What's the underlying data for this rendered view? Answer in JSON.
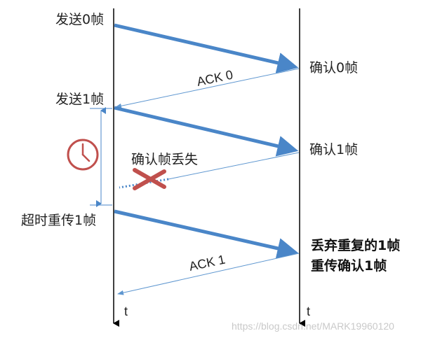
{
  "sender": {
    "send_frame0": "发送0帧",
    "send_frame1": "发送1帧",
    "timeout_resend": "超时重传1帧",
    "time_label": "t"
  },
  "receiver": {
    "confirm_frame0": "确认0帧",
    "confirm_frame1": "确认1帧",
    "discard_dup": "丢弃重复的1帧",
    "resend_confirm": "重传确认1帧",
    "time_label": "t"
  },
  "acks": {
    "ack0": "ACK 0",
    "ack_lost": "确认帧丢失",
    "ack1": "ACK 1"
  },
  "watermark": "https://blog.csdn.net/MARK19960120",
  "colors": {
    "frame_arrow": "#4a86c8",
    "ack_line": "#5f97d0",
    "timer": "#c0504d",
    "lost_cross": "#c0504d",
    "timeline": "#000000"
  },
  "icons": {
    "timer": "clock-icon",
    "lost": "cross-icon"
  }
}
